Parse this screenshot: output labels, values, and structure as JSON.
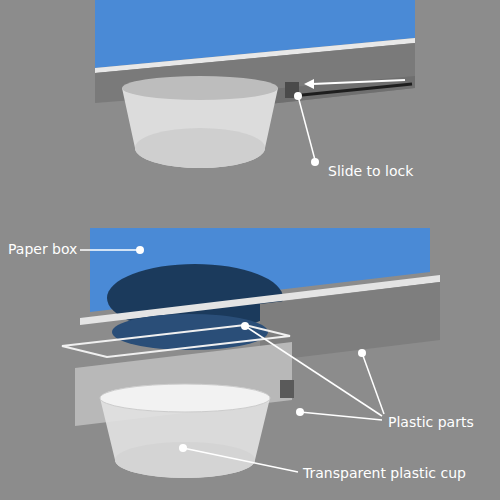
{
  "diagram": {
    "labels": [
      "Slide to lock",
      "Paper box",
      "Plastic parts",
      "Transparent plastic cup"
    ]
  }
}
